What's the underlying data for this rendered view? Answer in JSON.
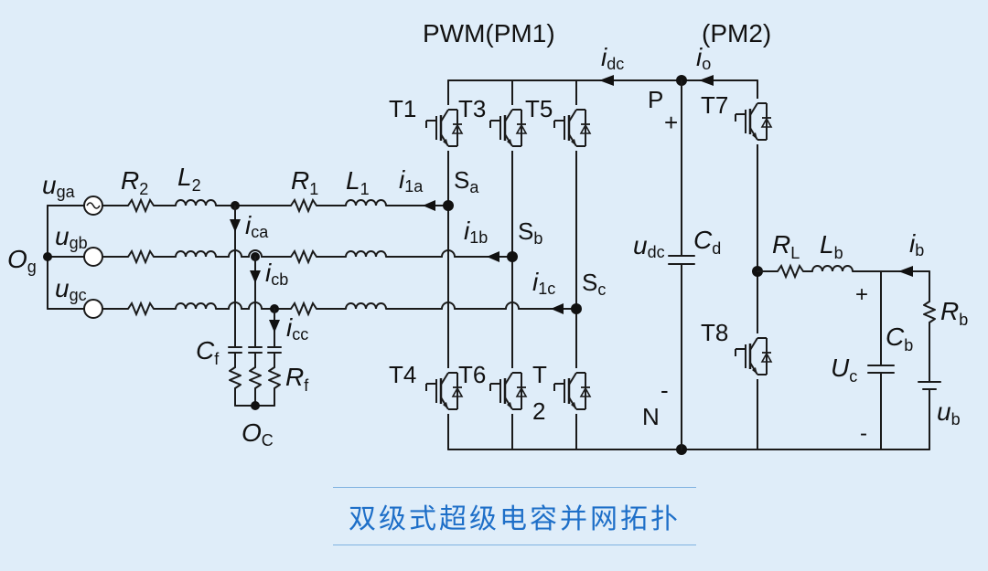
{
  "diagram": {
    "header_left": "PWM(PM1)",
    "header_right": "(PM2)",
    "sources": [
      {
        "base": "u",
        "sub": "ga"
      },
      {
        "base": "u",
        "sub": "gb"
      },
      {
        "base": "u",
        "sub": "gc"
      }
    ],
    "grid_neutral": {
      "base": "O",
      "sub": "g"
    },
    "cap_neutral": {
      "base": "O",
      "sub": "C"
    },
    "r2": {
      "base": "R",
      "sub": "2"
    },
    "l2": {
      "base": "L",
      "sub": "2"
    },
    "r1": {
      "base": "R",
      "sub": "1"
    },
    "l1": {
      "base": "L",
      "sub": "1"
    },
    "cf": {
      "base": "C",
      "sub": "f"
    },
    "rf": {
      "base": "R",
      "sub": "f"
    },
    "i_ca": {
      "base": "i",
      "sub": "ca"
    },
    "i_cb": {
      "base": "i",
      "sub": "cb"
    },
    "i_cc": {
      "base": "i",
      "sub": "cc"
    },
    "i_1a": {
      "base": "i",
      "sub": "1a"
    },
    "i_1b": {
      "base": "i",
      "sub": "1b"
    },
    "i_1c": {
      "base": "i",
      "sub": "1c"
    },
    "sa": {
      "base": "S",
      "sub": "a"
    },
    "sb": {
      "base": "S",
      "sub": "b"
    },
    "sc": {
      "base": "S",
      "sub": "c"
    },
    "switches": [
      "T1",
      "T3",
      "T5",
      "T4",
      "T6",
      "T",
      "2",
      "T7",
      "T8"
    ],
    "i_dc": {
      "base": "i",
      "sub": "dc"
    },
    "i_o": {
      "base": "i",
      "sub": "o"
    },
    "node_p": "P",
    "node_n": "N",
    "plus": "+",
    "minus": "-",
    "u_dc": {
      "base": "u",
      "sub": "dc"
    },
    "c_d": {
      "base": "C",
      "sub": "d"
    },
    "r_l": {
      "base": "R",
      "sub": "L"
    },
    "l_b": {
      "base": "L",
      "sub": "b"
    },
    "i_b": {
      "base": "i",
      "sub": "b"
    },
    "r_b": {
      "base": "R",
      "sub": "b"
    },
    "c_b": {
      "base": "C",
      "sub": "b"
    },
    "u_c": {
      "base": "U",
      "sub": "c"
    },
    "u_b": {
      "base": "u",
      "sub": "b"
    }
  },
  "caption": "双级式超级电容并网拓扑"
}
